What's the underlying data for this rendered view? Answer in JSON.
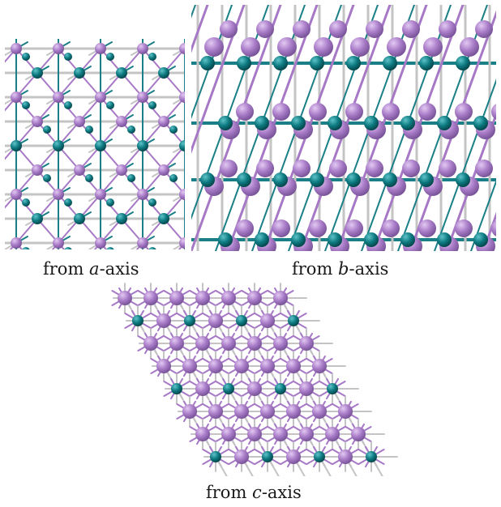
{
  "panels": [
    {
      "id": "a",
      "caption_prefix": "from ",
      "caption_axis": "a",
      "caption_suffix": "-axis"
    },
    {
      "id": "b",
      "caption_prefix": "from ",
      "caption_axis": "b",
      "caption_suffix": "-axis"
    },
    {
      "id": "c",
      "caption_prefix": "from ",
      "caption_axis": "c",
      "caption_suffix": "-axis"
    }
  ],
  "colors": {
    "large_atom": "#a97cc8",
    "large_atom_highlight": "#e2c9f2",
    "small_atom": "#0e7b82",
    "small_atom_highlight": "#5fc3c8",
    "bond_gray": "#c4c4c4",
    "bond_purple": "#a678c6",
    "bond_teal": "#1a7f86"
  },
  "atom_types": [
    "large-purple-atom",
    "small-teal-atom"
  ]
}
